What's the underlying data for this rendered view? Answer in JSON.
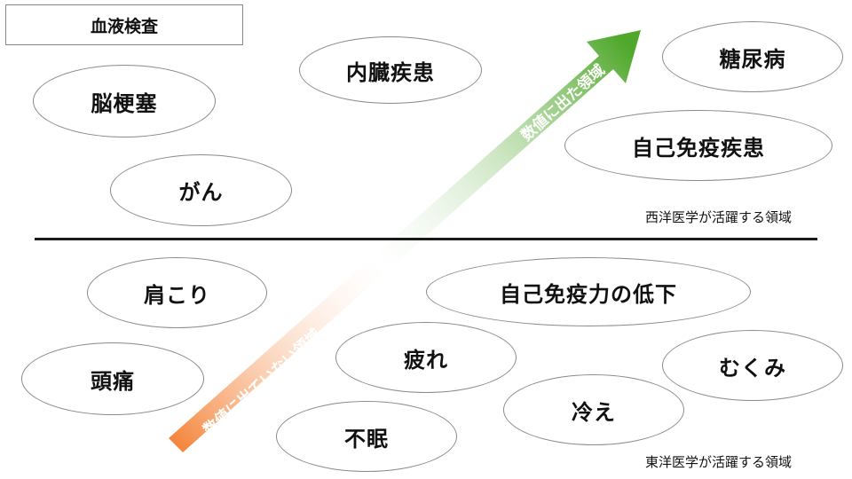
{
  "title": "血液検査",
  "upper_caption": "西洋医学が活躍する領域",
  "lower_caption": "東洋医学が活躍する領域",
  "arrow": {
    "upper_label": "数値に出た領域",
    "lower_label": "数値に出ていない領域",
    "color_start": "#f4873f",
    "color_end": "#4fa82b"
  },
  "upper_items": [
    "脳梗塞",
    "内臓疾患",
    "糖尿病",
    "自己免疫疾患",
    "がん"
  ],
  "lower_items": [
    "肩こり",
    "自己免疫力の低下",
    "疲れ",
    "むくみ",
    "頭痛",
    "冷え",
    "不眠"
  ]
}
